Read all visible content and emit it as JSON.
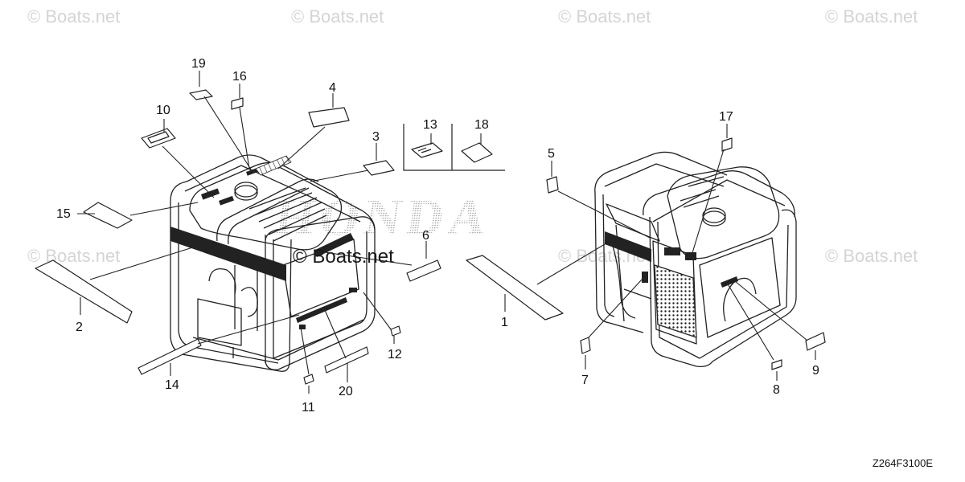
{
  "watermark": {
    "text": "© Boats.net"
  },
  "brand_text": "HONDA",
  "diagram_code": "Z264F3100E",
  "callouts": {
    "c1": "1",
    "c2": "2",
    "c3": "3",
    "c4": "4",
    "c5": "5",
    "c6": "6",
    "c7": "7",
    "c8": "8",
    "c9": "9",
    "c10": "10",
    "c11": "11",
    "c12": "12",
    "c13": "13",
    "c14": "14",
    "c15": "15",
    "c16": "16",
    "c17": "17",
    "c18": "18",
    "c19": "19",
    "c20": "20"
  }
}
